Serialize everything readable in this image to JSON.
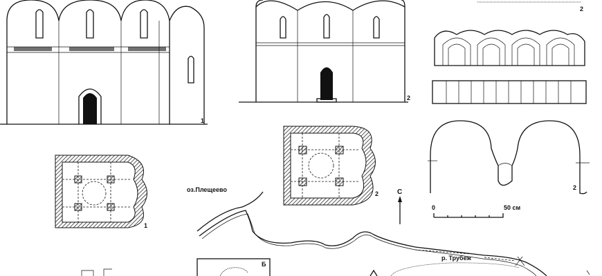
{
  "labels": {
    "elevation_1_number": "1",
    "elevation_2_number": "2",
    "detail_top_number": "2",
    "arch_detail_number": "2",
    "plan_1_number": "1",
    "plan_2_number": "2",
    "north_letter": "С",
    "lake_label": "оз.Плещеево",
    "river_label": "р. Трубеж",
    "inset_label": "Б"
  },
  "scale_bar": {
    "start": "0",
    "end": "50 см"
  }
}
